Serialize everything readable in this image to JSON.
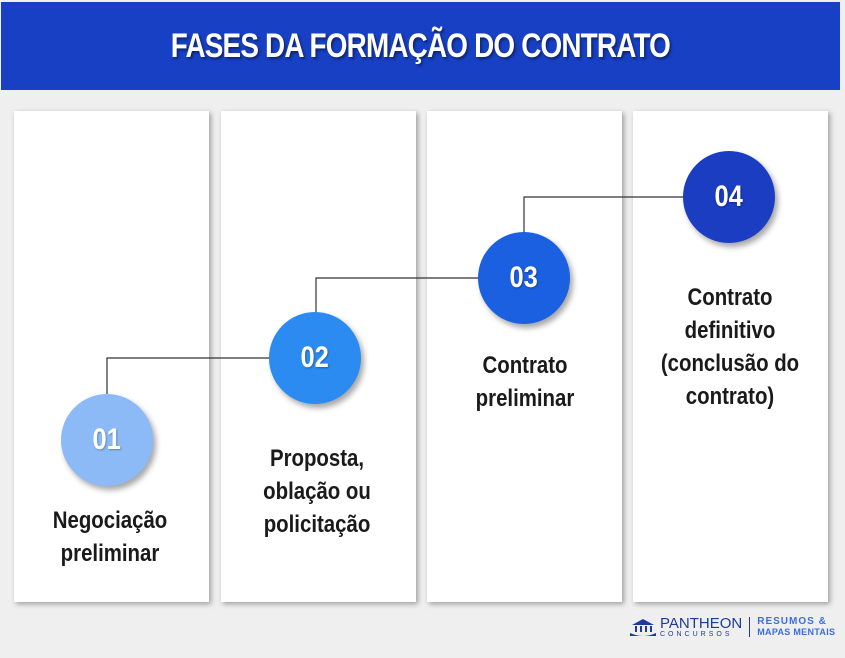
{
  "header": {
    "title": "FASES DA FORMAÇÃO DO CONTRATO"
  },
  "phases": [
    {
      "number": "01",
      "label": "Negociação preliminar",
      "color": "#8bbaf7"
    },
    {
      "number": "02",
      "label": "Proposta, oblação ou policitação",
      "color": "#2b8bf0"
    },
    {
      "number": "03",
      "label": "Contrato preliminar",
      "color": "#1b60e0"
    },
    {
      "number": "04",
      "label": "Contrato definitivo (conclusão do contrato)",
      "color": "#1a3dc2"
    }
  ],
  "footer": {
    "brand": "PANTHEON",
    "brand_sub": "CONCURSOS",
    "tagline_1": "RESUMOS &",
    "tagline_2": "MAPAS MENTAIS"
  }
}
